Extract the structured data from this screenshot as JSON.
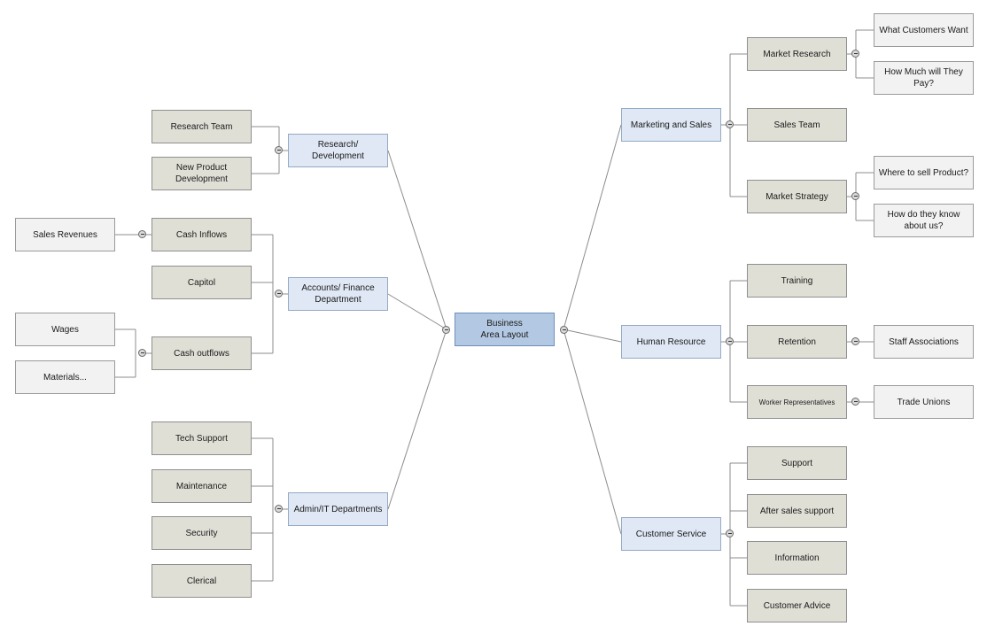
{
  "root": {
    "label": "Business\nArea Layout"
  },
  "branches": [
    {
      "label": "Research/ Development",
      "children": [
        {
          "label": "Research Team"
        },
        {
          "label": "New Product\nDevelopment"
        }
      ]
    },
    {
      "label": "Accounts/ Finance\nDepartment",
      "children": [
        {
          "label": "Cash Inflows",
          "children": [
            {
              "label": "Sales Revenues"
            }
          ]
        },
        {
          "label": "Capitol"
        },
        {
          "label": "Cash outflows",
          "children": [
            {
              "label": "Wages"
            },
            {
              "label": "Materials..."
            }
          ]
        }
      ]
    },
    {
      "label": "Admin/IT Departments",
      "children": [
        {
          "label": "Tech Support"
        },
        {
          "label": "Maintenance"
        },
        {
          "label": "Security"
        },
        {
          "label": "Clerical"
        }
      ]
    },
    {
      "label": "Marketing and Sales",
      "children": [
        {
          "label": "Market Research",
          "children": [
            {
              "label": "What Customers Want"
            },
            {
              "label": "How Much will They\nPay?"
            }
          ]
        },
        {
          "label": "Sales Team"
        },
        {
          "label": "Market Strategy",
          "children": [
            {
              "label": "Where to sell Product?"
            },
            {
              "label": "How do they know\nabout us?"
            }
          ]
        }
      ]
    },
    {
      "label": "Human Resource",
      "children": [
        {
          "label": "Training"
        },
        {
          "label": "Retention",
          "children": [
            {
              "label": "Staff Associations"
            }
          ]
        },
        {
          "label": "Worker Representatives",
          "children": [
            {
              "label": "Trade Unions"
            }
          ]
        }
      ]
    },
    {
      "label": "Customer Service",
      "children": [
        {
          "label": "Support"
        },
        {
          "label": "After sales support"
        },
        {
          "label": "Information"
        },
        {
          "label": "Customer Advice"
        }
      ]
    }
  ]
}
